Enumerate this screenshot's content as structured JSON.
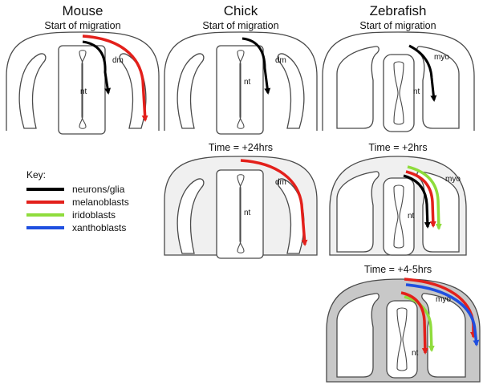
{
  "columns": [
    {
      "species": "Mouse",
      "panels": [
        {
          "caption": "Start of migration",
          "labels": {
            "tube": "nt",
            "side": "dm"
          }
        }
      ]
    },
    {
      "species": "Chick",
      "panels": [
        {
          "caption": "Start of migration",
          "labels": {
            "tube": "nt",
            "side": "dm"
          }
        },
        {
          "caption": "Time = +24hrs",
          "labels": {
            "tube": "nt",
            "side": "dm"
          }
        }
      ]
    },
    {
      "species": "Zebrafish",
      "panels": [
        {
          "caption": "Start of migration",
          "labels": {
            "tube": "nt",
            "side": "myo"
          }
        },
        {
          "caption": "Time = +2hrs",
          "labels": {
            "tube": "nt",
            "side": "myo"
          }
        },
        {
          "caption": "Time = +4-5hrs",
          "labels": {
            "tube": "nt",
            "side": "myo"
          }
        }
      ]
    }
  ],
  "key": {
    "title": "Key:",
    "items": [
      {
        "label": "neurons/glia",
        "color": "#000000"
      },
      {
        "label": "melanoblasts",
        "color": "#e3201b"
      },
      {
        "label": "iridoblasts",
        "color": "#8fdc3c"
      },
      {
        "label": "xanthoblasts",
        "color": "#1f4fe0"
      }
    ]
  },
  "colors": {
    "outline": "#4a4a4a",
    "shade_light": "#f0f0f0",
    "shade_dark": "#c8c8c8"
  }
}
